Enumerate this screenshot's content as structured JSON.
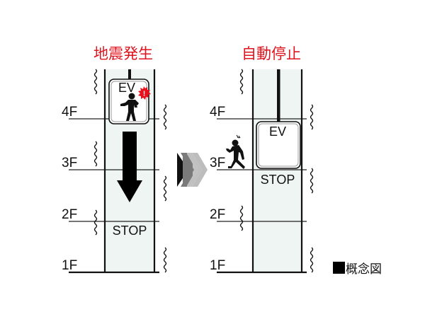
{
  "diagram": {
    "title": "Elevator earthquake automatic stop concept diagram",
    "colors": {
      "title_red": "#e0141e",
      "shaft_fill": "#eef5f2",
      "line": "#111111",
      "chevron_dark": "#111111",
      "chevron_mid": "#777777",
      "chevron_light": "#bbbbbb",
      "alert_red": "#e8101c"
    },
    "left_panel": {
      "heading": "地震発生",
      "floors": [
        "4F",
        "3F",
        "2F",
        "1F"
      ],
      "car_label": "EV",
      "stop_label": "STOP",
      "alert_mark": "!",
      "arrow_direction": "down"
    },
    "right_panel": {
      "heading": "自動停止",
      "floors": [
        "4F",
        "3F",
        "2F",
        "1F"
      ],
      "car_label": "EV",
      "stop_label": "STOP"
    },
    "transition_icon": "triple-chevron-right",
    "caption": "概念図"
  }
}
